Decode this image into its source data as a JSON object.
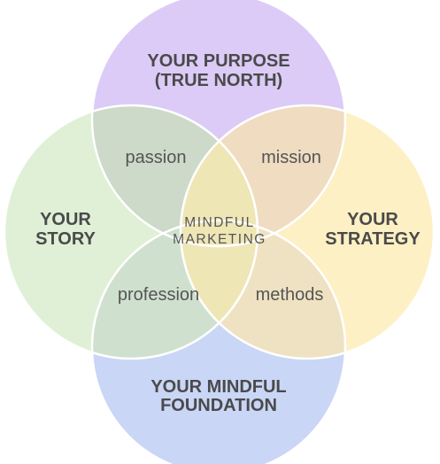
{
  "colors": {
    "top": "#dccbf7",
    "left": "#dff0d6",
    "right": "#fdf0c4",
    "bottom": "#c9d6f6",
    "overlap_top_left": "#cdd9c9",
    "overlap_top_right": "#efdcc1",
    "overlap_bottom_left": "#cfe0cf",
    "overlap_bottom_right": "#efe2c2",
    "center": "#efe6b6",
    "outline": "#ffffff"
  },
  "circles": {
    "top": {
      "line1": "YOUR PURPOSE",
      "line2": "(TRUE NORTH)"
    },
    "left": {
      "line1": "YOUR",
      "line2": "STORY"
    },
    "right": {
      "line1": "YOUR",
      "line2": "STRATEGY"
    },
    "bottom": {
      "line1": "YOUR MINDFUL",
      "line2": "FOUNDATION"
    }
  },
  "overlaps": {
    "top_left": "passion",
    "top_right": "mission",
    "bottom_left": "profession",
    "bottom_right": "methods"
  },
  "center": {
    "line1": "MINDFUL",
    "line2": "MARKETING"
  }
}
